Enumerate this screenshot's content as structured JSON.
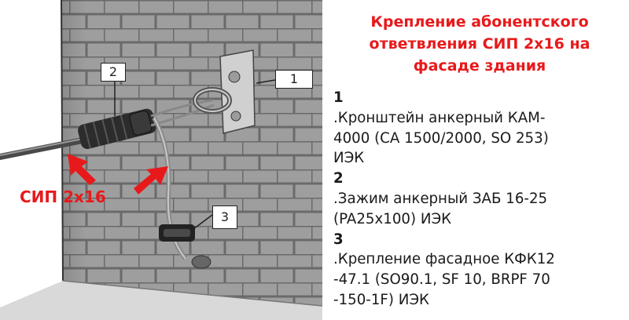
{
  "title_lines": [
    "Крепление абонентского",
    "ответвления СИП 2х16 на",
    "фасаде здания"
  ],
  "items": [
    {
      "num": "1",
      "lines": [
        ".Кронштейн анкерный КАМ-",
        "4000 (СА 1500/2000, SO 253)",
        "ИЭК"
      ]
    },
    {
      "num": "2",
      "lines": [
        ".Зажим анкерный ЗАБ 16-25",
        "(PA25x100) ИЭК"
      ]
    },
    {
      "num": "3",
      "lines": [
        ".Крепление фасадное КФК12",
        "-47.1 (SO90.1, SF 10, BRPF 70",
        "-150-1F) ИЭК"
      ]
    }
  ],
  "cable_label": "СИП 2х16",
  "callouts": [
    "1",
    "2",
    "3"
  ],
  "colors": {
    "accent": "#e8191b",
    "wall": "#9a9a9a",
    "mortar": "#6e6e6e"
  }
}
